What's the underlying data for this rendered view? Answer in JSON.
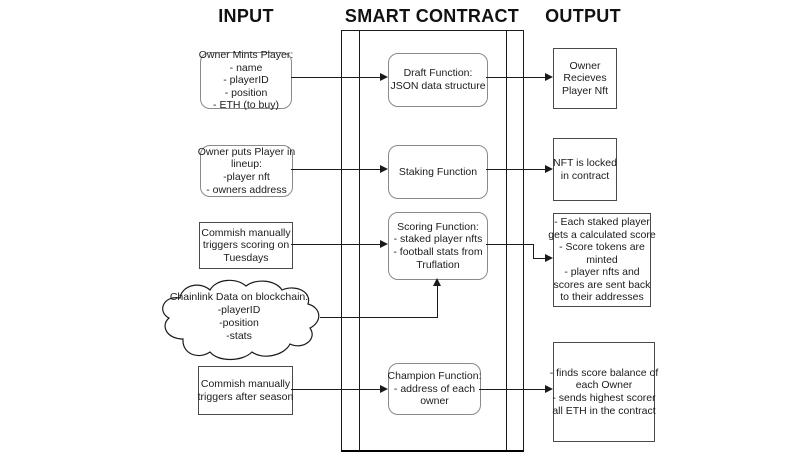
{
  "headers": {
    "input": "INPUT",
    "smart_contract": "SMART CONTRACT",
    "output": "OUTPUT"
  },
  "nodes": {
    "mint_input": {
      "shape": "rounded",
      "text": "Owner Mints Player:\n- name\n- playerID\n- position\n- ETH (to buy)"
    },
    "draft_function": {
      "shape": "rounded",
      "text": "Draft Function:\nJSON data structure"
    },
    "owner_receives": {
      "shape": "square",
      "text": "Owner\nRecieves\nPlayer Nft"
    },
    "lineup_input": {
      "shape": "rounded",
      "text": "Owner puts Player in\nlineup:\n-player nft\n- owners address"
    },
    "staking_function": {
      "shape": "rounded",
      "text": "Staking Function"
    },
    "nft_locked": {
      "shape": "square",
      "text": "NFT is locked\nin contract"
    },
    "scoring_trigger": {
      "shape": "square",
      "text": "Commish manually\ntriggers scoring on\nTuesdays"
    },
    "scoring_function": {
      "shape": "rounded",
      "text": "Scoring Function:\n- staked player nfts\n- football stats from\nTruflation"
    },
    "scoring_output": {
      "shape": "square",
      "text": "- Each staked player\ngets a calculated score\n- Score tokens are\nminted\n- player nfts and\nscores are sent back\nto their addresses"
    },
    "chainlink_cloud": {
      "shape": "cloud",
      "text": "Chainlink Data on blockchain:\n-playerID\n-position\n-stats"
    },
    "champion_trigger": {
      "shape": "square",
      "text": "Commish manually\ntriggers after season"
    },
    "champion_function": {
      "shape": "rounded",
      "text": "Champion Function:\n- address of each\nowner"
    },
    "champion_output": {
      "shape": "square",
      "text": "- finds score balance of\neach Owner\n- sends highest scorer\nall ETH in the contract"
    }
  },
  "colors": {
    "background": "#ffffff",
    "line": "#1a1a1a",
    "rounded_border": "#8a8a8a",
    "square_border": "#4a4a4a",
    "text": "#1c1c1c"
  }
}
